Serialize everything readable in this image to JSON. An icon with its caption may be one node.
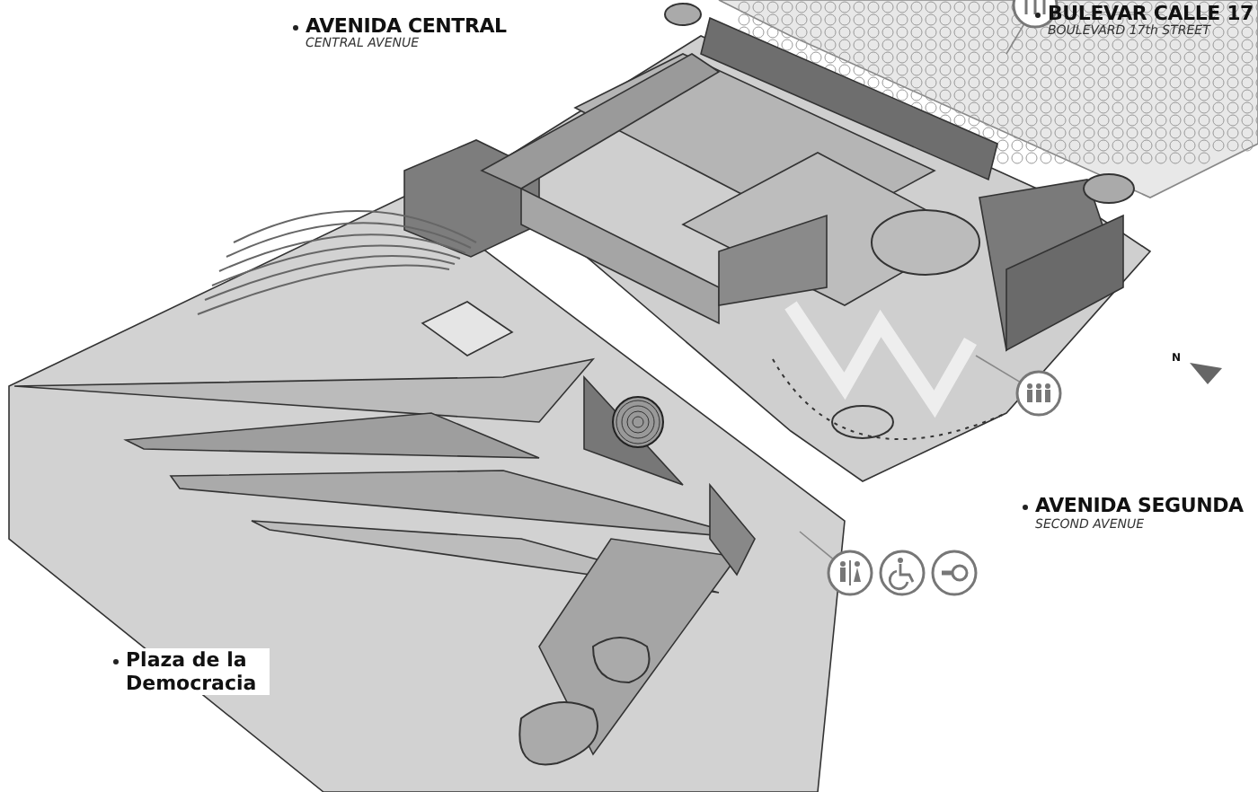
{
  "diagram": {
    "nodes": [
      {
        "text": [],
        "shape": "circle"
      },
      {
        "text": [],
        "shape": "circle"
      },
      {
        "text": [],
        "shape": "circle"
      },
      {
        "text": [],
        "shape": "circle"
      },
      {
        "text": [],
        "shape": "circle"
      }
    ],
    "edges": [
      {
        "from": 0,
        "to": null,
        "arrow": "none"
      },
      {
        "from": 1,
        "to": null,
        "arrow": "none"
      },
      {
        "from": 2,
        "to": null,
        "arrow": "none"
      }
    ],
    "labels": [
      "AVENIDA CENTRAL",
      "CENTRAL AVENUE",
      "BULEVAR CALLE 17",
      "BOULEVARD 17th STREET",
      "N",
      "AVENIDA SEGUNDA",
      "SECOND AVENUE",
      "Plaza de la Democracia"
    ]
  }
}
